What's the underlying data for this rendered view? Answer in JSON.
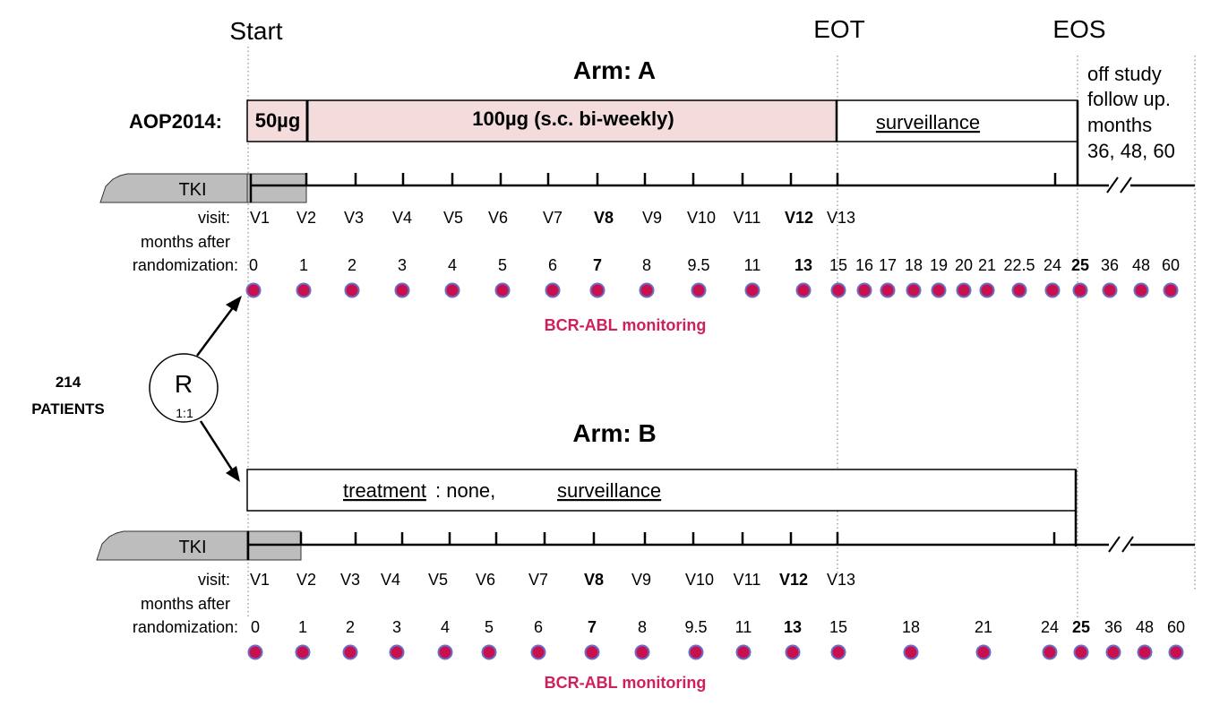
{
  "header": {
    "start": "Start",
    "eot": "EOT",
    "eos": "EOS"
  },
  "off_study": [
    "off study",
    "follow up.",
    "months",
    "36, 48, 60"
  ],
  "arm_a": {
    "title": "Arm: A",
    "drug_label": "AOP2014:",
    "dose1": "50µg",
    "dose2": "100µg (s.c. bi-weekly)",
    "surveillance": "surveillance",
    "tki": "TKI",
    "visit_label": "visit:",
    "months_label_1": "months after",
    "months_label_2": "randomization:",
    "visits": [
      {
        "t": "V1",
        "b": false
      },
      {
        "t": "V2",
        "b": false
      },
      {
        "t": "V3",
        "b": false
      },
      {
        "t": "V4",
        "b": false
      },
      {
        "t": "V5",
        "b": false
      },
      {
        "t": "V6",
        "b": false
      },
      {
        "t": "V7",
        "b": false
      },
      {
        "t": "V8",
        "b": true
      },
      {
        "t": "V9",
        "b": false
      },
      {
        "t": "V10",
        "b": false
      },
      {
        "t": "V11",
        "b": false
      },
      {
        "t": "V12",
        "b": true
      },
      {
        "t": "V13",
        "b": false
      }
    ],
    "months": [
      {
        "t": "0",
        "b": false
      },
      {
        "t": "1",
        "b": false
      },
      {
        "t": "2",
        "b": false
      },
      {
        "t": "3",
        "b": false
      },
      {
        "t": "4",
        "b": false
      },
      {
        "t": "5",
        "b": false
      },
      {
        "t": "6",
        "b": false
      },
      {
        "t": "7",
        "b": true
      },
      {
        "t": "8",
        "b": false
      },
      {
        "t": "9.5",
        "b": false
      },
      {
        "t": "11",
        "b": false
      },
      {
        "t": "13",
        "b": true
      },
      {
        "t": "15",
        "b": false
      },
      {
        "t": "16",
        "b": false
      },
      {
        "t": "17",
        "b": false
      },
      {
        "t": "18",
        "b": false
      },
      {
        "t": "19",
        "b": false
      },
      {
        "t": "20",
        "b": false
      },
      {
        "t": "21",
        "b": false
      },
      {
        "t": "22.5",
        "b": false
      },
      {
        "t": "24",
        "b": false
      },
      {
        "t": "25",
        "b": true
      },
      {
        "t": "36",
        "b": false
      },
      {
        "t": "48",
        "b": false
      },
      {
        "t": "60",
        "b": false
      }
    ],
    "monitoring": "BCR-ABL monitoring"
  },
  "arm_b": {
    "title": "Arm: B",
    "treatment_word": "treatment",
    "treatment_rest": ": none,",
    "surveillance": "surveillance",
    "tki": "TKI",
    "visit_label": "visit:",
    "months_label_1": "months after",
    "months_label_2": "randomization:",
    "visits": [
      {
        "t": "V1",
        "b": false
      },
      {
        "t": "V2",
        "b": false
      },
      {
        "t": "V3",
        "b": false
      },
      {
        "t": "V4",
        "b": false
      },
      {
        "t": "V5",
        "b": false
      },
      {
        "t": "V6",
        "b": false
      },
      {
        "t": "V7",
        "b": false
      },
      {
        "t": "V8",
        "b": true
      },
      {
        "t": "V9",
        "b": false
      },
      {
        "t": "V10",
        "b": false
      },
      {
        "t": "V11",
        "b": false
      },
      {
        "t": "V12",
        "b": true
      },
      {
        "t": "V13",
        "b": false
      }
    ],
    "months": [
      {
        "t": "0",
        "b": false
      },
      {
        "t": "1",
        "b": false
      },
      {
        "t": "2",
        "b": false
      },
      {
        "t": "3",
        "b": false
      },
      {
        "t": "4",
        "b": false
      },
      {
        "t": "5",
        "b": false
      },
      {
        "t": "6",
        "b": false
      },
      {
        "t": "7",
        "b": true
      },
      {
        "t": "8",
        "b": false
      },
      {
        "t": "9.5",
        "b": false
      },
      {
        "t": "11",
        "b": false
      },
      {
        "t": "13",
        "b": true
      },
      {
        "t": "15",
        "b": false
      },
      {
        "t": "18",
        "b": false
      },
      {
        "t": "21",
        "b": false
      },
      {
        "t": "24",
        "b": false
      },
      {
        "t": "25",
        "b": true
      },
      {
        "t": "36",
        "b": false
      },
      {
        "t": "48",
        "b": false
      },
      {
        "t": "60",
        "b": false
      }
    ],
    "monitoring": "BCR-ABL monitoring"
  },
  "randomization": {
    "letter": "R",
    "ratio": "1:1",
    "patients_count": "214",
    "patients_label": "PATIENTS"
  },
  "colors": {
    "dot_fill": "#c8104e",
    "dot_stroke": "#6a6fc4",
    "monitor_text": "#d0205a",
    "dose_fill": "#f4dcdc",
    "tki_fill": "#bdbdbd"
  }
}
